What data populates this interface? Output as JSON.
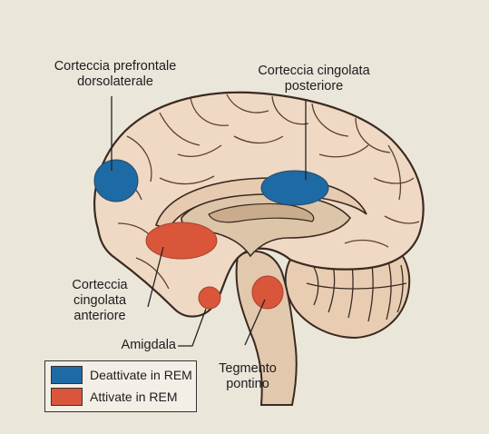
{
  "labels": {
    "dlpfc_line1": "Corteccia prefrontale",
    "dlpfc_line2": "dorsolaterale",
    "pcc_line1": "Corteccia cingolata",
    "pcc_line2": "posteriore",
    "acc_line1": "Corteccia",
    "acc_line2": "cingolata",
    "acc_line3": "anteriore",
    "amygdala": "Amigdala",
    "tegmentum_line1": "Tegmento",
    "tegmentum_line2": "pontino"
  },
  "legend": {
    "deactivated": {
      "label": "Deattivate in REM",
      "color": "#1e6aa4"
    },
    "activated": {
      "label": "Attivate in REM",
      "color": "#d9563a"
    }
  },
  "colors": {
    "background": "#ebe6da",
    "brain_fill": "#f0d9c4",
    "inner_fill": "#dcc5a8",
    "outline": "#3a2a20",
    "blue_region": "#1e6aa4",
    "red_region": "#d9563a"
  }
}
